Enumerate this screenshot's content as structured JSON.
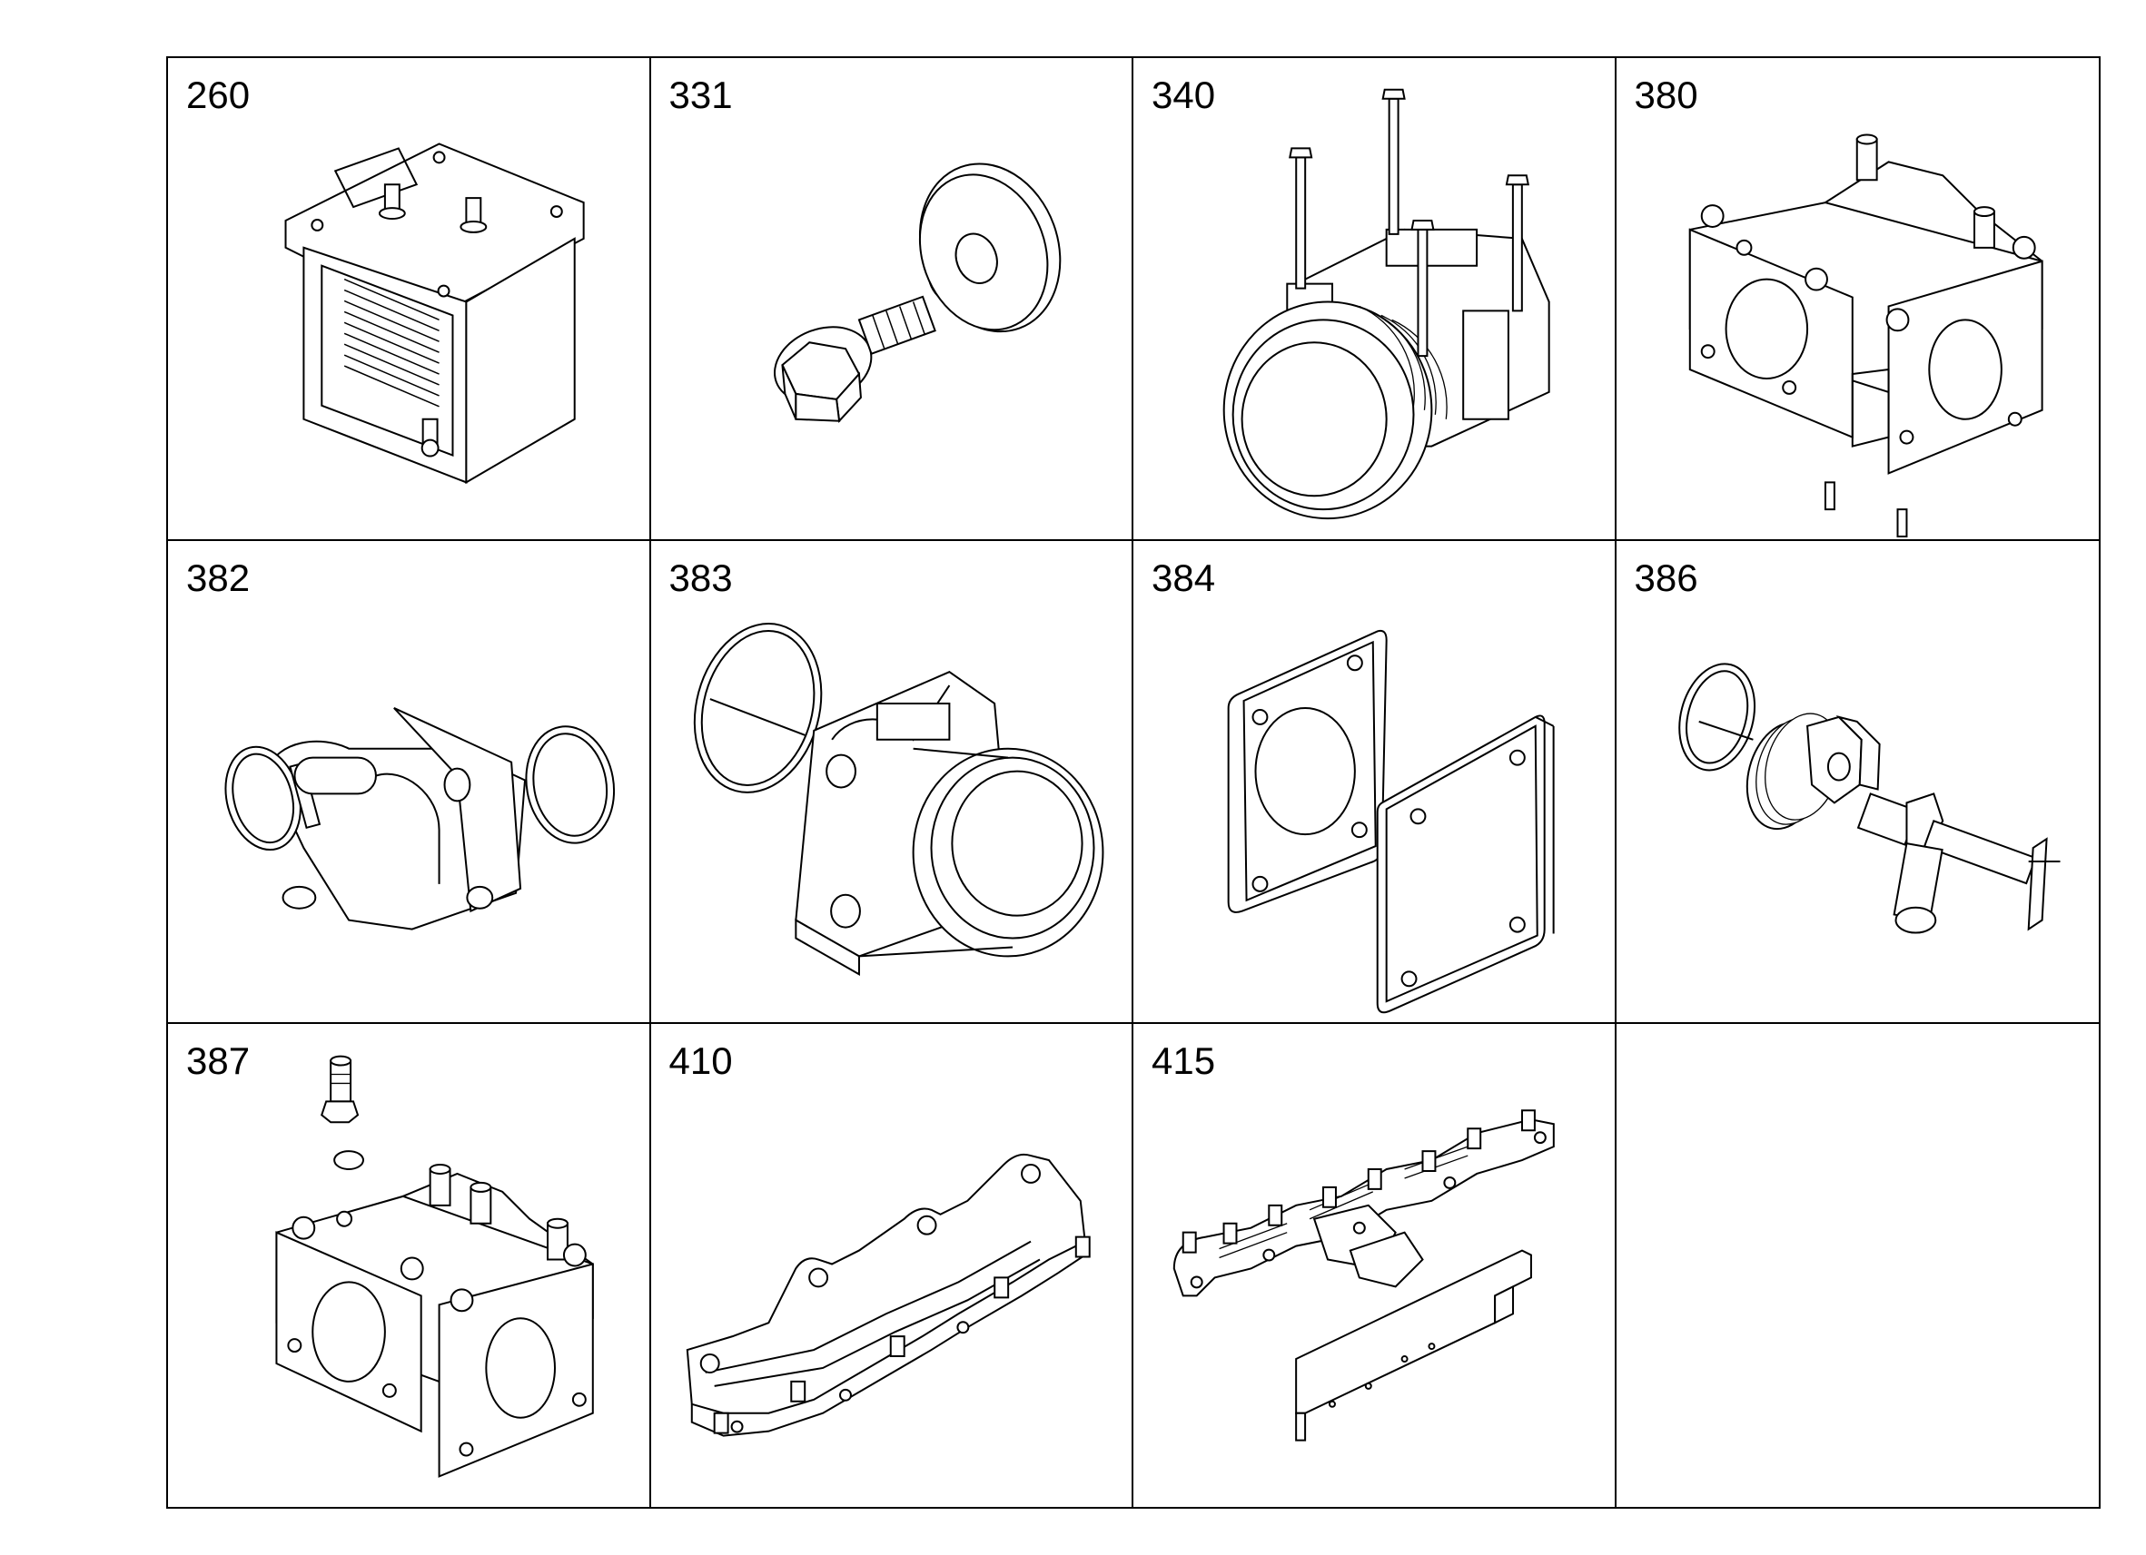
{
  "parts": [
    {
      "number": "260",
      "icon": "oil-cooler-icon"
    },
    {
      "number": "331",
      "icon": "bolt-and-washer-icon"
    },
    {
      "number": "340",
      "icon": "ac-compressor-icon"
    },
    {
      "number": "380",
      "icon": "thermostat-housing-icon"
    },
    {
      "number": "382",
      "icon": "coolant-elbow-with-oring-icon"
    },
    {
      "number": "383",
      "icon": "water-outlet-with-oring-icon"
    },
    {
      "number": "384",
      "icon": "gasket-and-cover-plate-icon"
    },
    {
      "number": "386",
      "icon": "drain-plug-and-valve-icon"
    },
    {
      "number": "387",
      "icon": "housing-with-fitting-icon"
    },
    {
      "number": "410",
      "icon": "exhaust-manifold-icon"
    },
    {
      "number": "415",
      "icon": "exhaust-manifold-assembly-icon"
    }
  ]
}
